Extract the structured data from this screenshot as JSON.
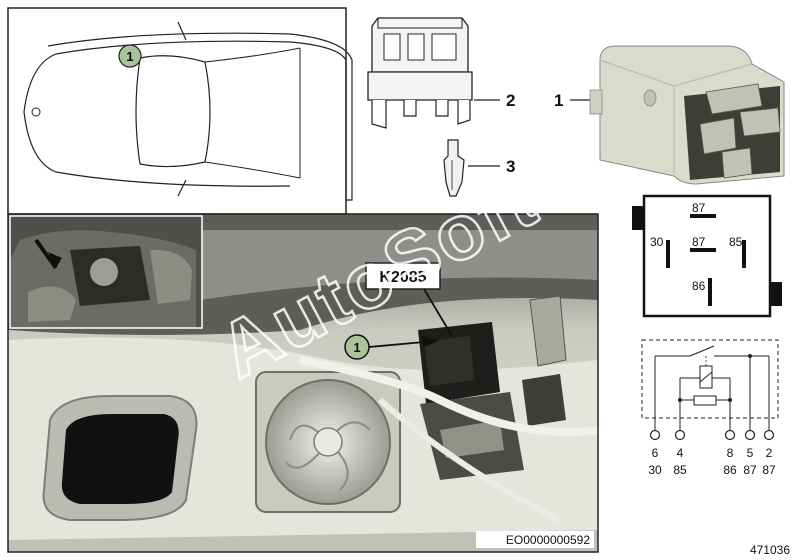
{
  "car_panel": {
    "marker": "1"
  },
  "callouts": {
    "relay": "1",
    "socket": "2",
    "contact": "3"
  },
  "photo": {
    "component_label": "K2085",
    "marker": "1",
    "watermark": "AutoSoft",
    "image_code": "EO0000000592"
  },
  "pinout": {
    "pins": [
      "87",
      "30",
      "87",
      "85",
      "86"
    ]
  },
  "schematic": {
    "terminals_top": [
      "6",
      "4",
      "8",
      "5",
      "2"
    ],
    "terminals_bottom": [
      "30",
      "85",
      "86",
      "87",
      "87"
    ]
  },
  "drawing_number": "471036",
  "colors": {
    "relay_body": "#d9dccb",
    "photo_bg": "#cfd2c8",
    "outline": "#1a1a1a"
  }
}
